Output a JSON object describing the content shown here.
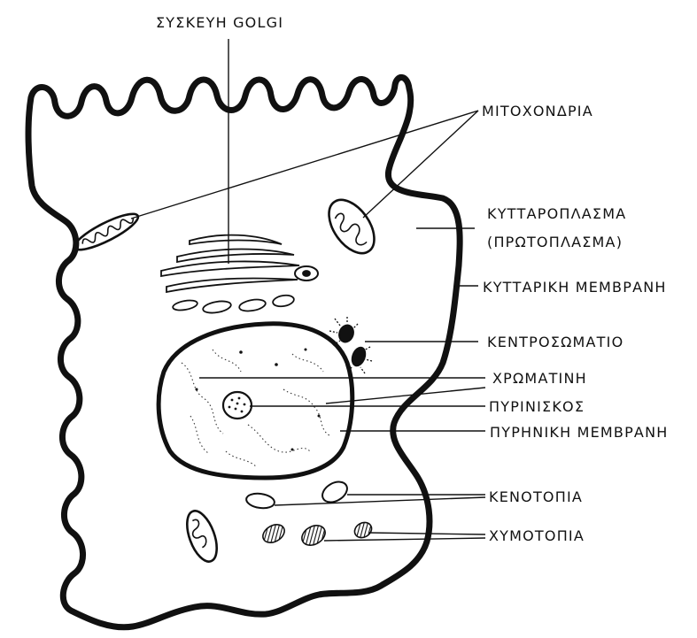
{
  "labels": {
    "golgi": "ΣΥΣΚΕΥΗ GOLGI",
    "mitochondria": "ΜΙΤΟΧΟΝΔΡΙΑ",
    "cytoplasm": "ΚΥΤΤΑΡΟΠΛΑΣΜΑ",
    "protoplasm": "(ΠΡΩΤΟΠΛΑΣΜΑ)",
    "cell_membrane": "ΚΥΤΤΑΡΙΚΗ ΜΕΜΒΡΑΝΗ",
    "centrosome": "ΚΕΝΤΡΟΣΩΜΑΤΙΟ",
    "chromatin": "ΧΡΩΜΑΤΙΝΗ",
    "nucleolus": "ΠΥΡΙΝΙΣΚΟΣ",
    "nuclear_membrane": "ΠΥΡΗΝΙΚΗ ΜΕΜΒΡΑΝΗ",
    "vacuoles": "ΚΕΝΟΤΟΠΙΑ",
    "chymotopia": "ΧΥΜΟΤΟΠΙΑ"
  }
}
